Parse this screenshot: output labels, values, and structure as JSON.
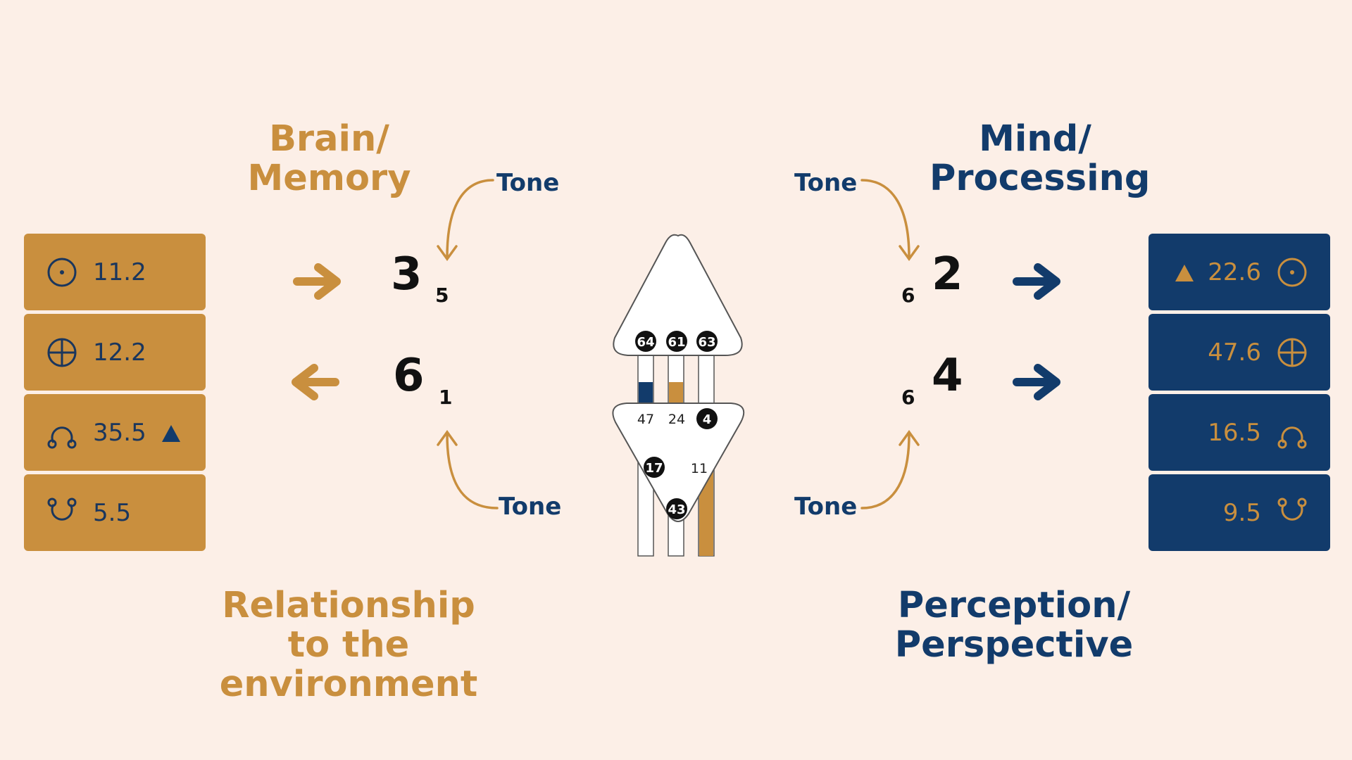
{
  "headings": {
    "brain": [
      "Brain/",
      "Memory"
    ],
    "mind": [
      "Mind/",
      "Processing"
    ],
    "relationship": [
      "Relationship",
      "to the environment"
    ],
    "perception": [
      "Perception/",
      "Perspective"
    ]
  },
  "tone_label": "Tone",
  "left_values": [
    {
      "value": "11.2",
      "icon": "sun-icon"
    },
    {
      "value": "12.2",
      "icon": "earth-icon"
    },
    {
      "value": "35.5",
      "icon": "north-node-icon",
      "marker": "triangle-up-icon"
    },
    {
      "value": "5.5",
      "icon": "south-node-icon"
    }
  ],
  "right_values": [
    {
      "value": "22.6",
      "icon": "sun-icon",
      "marker": "triangle-up-icon"
    },
    {
      "value": "47.6",
      "icon": "earth-icon"
    },
    {
      "value": "16.5",
      "icon": "north-node-icon"
    },
    {
      "value": "9.5",
      "icon": "south-node-icon"
    }
  ],
  "left_numbers": {
    "top": "3",
    "top_sub": "5",
    "bottom": "6",
    "bottom_sub": "1"
  },
  "right_numbers": {
    "top": "2",
    "top_sub": "6",
    "bottom": "4",
    "bottom_sub": "6"
  },
  "bodygraph": {
    "head_gates": [
      "64",
      "61",
      "63"
    ],
    "ajna_gates": [
      "47",
      "24",
      "4",
      "17",
      "11",
      "43"
    ]
  },
  "colors": {
    "gold": "#c98f3e",
    "navy": "#123b6b",
    "background": "#fcefe7"
  }
}
